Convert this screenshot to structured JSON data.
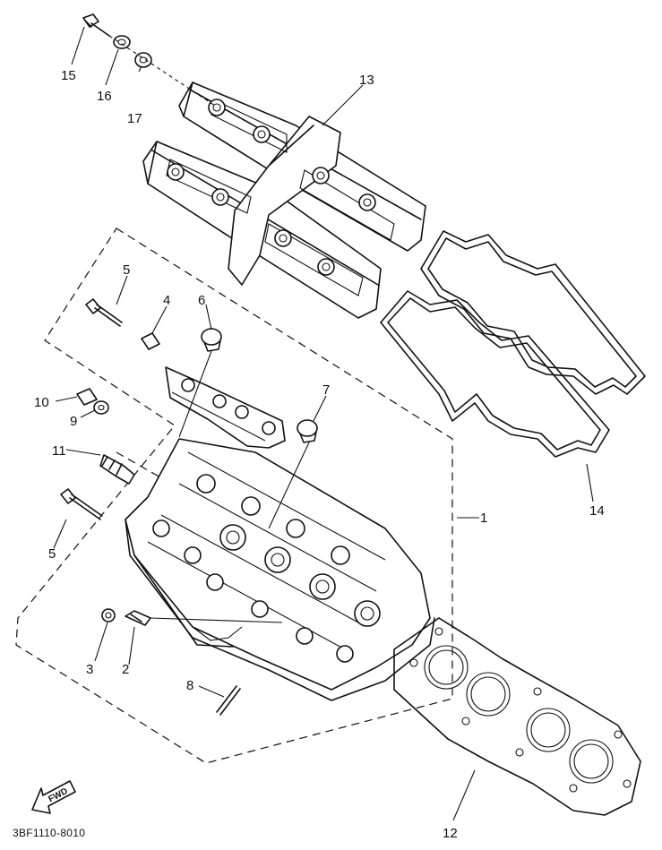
{
  "callouts": {
    "c1": "1",
    "c2": "2",
    "c3": "3",
    "c4": "4",
    "c5a": "5",
    "c5b": "5",
    "c6": "6",
    "c7": "7",
    "c8": "8",
    "c9": "9",
    "c10": "10",
    "c11": "11",
    "c12": "12",
    "c13": "13",
    "c14": "14",
    "c15": "15",
    "c16": "16",
    "c17": "17"
  },
  "fwd_label": "FWD",
  "figure_code": "3BF1110-8010"
}
